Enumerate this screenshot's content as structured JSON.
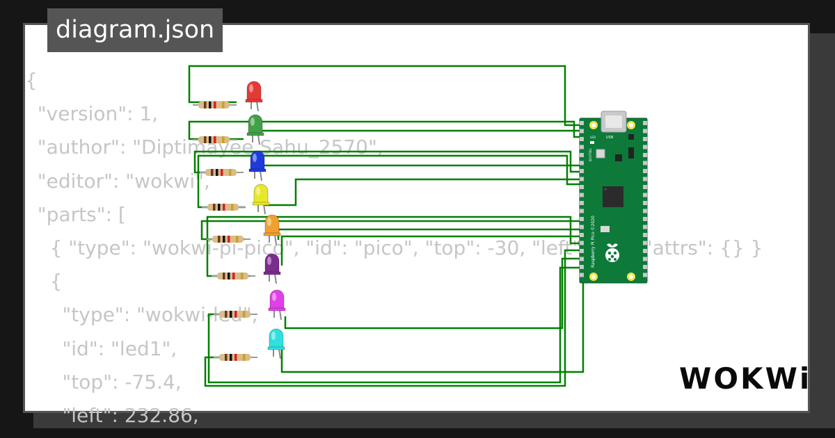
{
  "file_tab": {
    "title": "diagram.json"
  },
  "code_lines": [
    "{",
    "  \"version\": 1,",
    "  \"author\": \"Diptimayee Sahu_2570\",",
    "  \"editor\": \"wokwi\",",
    "  \"parts\": [",
    "    { \"type\": \"wokwi-pi-pico\", \"id\": \"pico\", \"top\": -30, \"left\": 160, \"attrs\": {} }",
    "    {",
    "      \"type\": \"wokwi-led\",",
    "      \"id\": \"led1\",",
    "      \"top\": -75.4,",
    "      \"left\": 232.86,"
  ],
  "board": {
    "usb_label": "USB",
    "led_label": "LED",
    "bootsel_label": "BOOTSEL",
    "brand_label": "Raspberry Pi Pico ©2020",
    "icon": "raspberry-pi-logo-icon"
  },
  "leds": [
    {
      "id": "led-red",
      "color": "#e53935"
    },
    {
      "id": "led-green",
      "color": "#43a047"
    },
    {
      "id": "led-blue",
      "color": "#1e3adb"
    },
    {
      "id": "led-yellow",
      "color": "#e8e82a"
    },
    {
      "id": "led-orange",
      "color": "#f0a030"
    },
    {
      "id": "led-purple",
      "color": "#7b2d8e"
    },
    {
      "id": "led-magenta",
      "color": "#e040e8"
    },
    {
      "id": "led-cyan",
      "color": "#30e0e0"
    }
  ],
  "wire_color": "#008000",
  "brand_logo": {
    "text": "WOKWi",
    "icon": "wokwi-logo-icon"
  }
}
